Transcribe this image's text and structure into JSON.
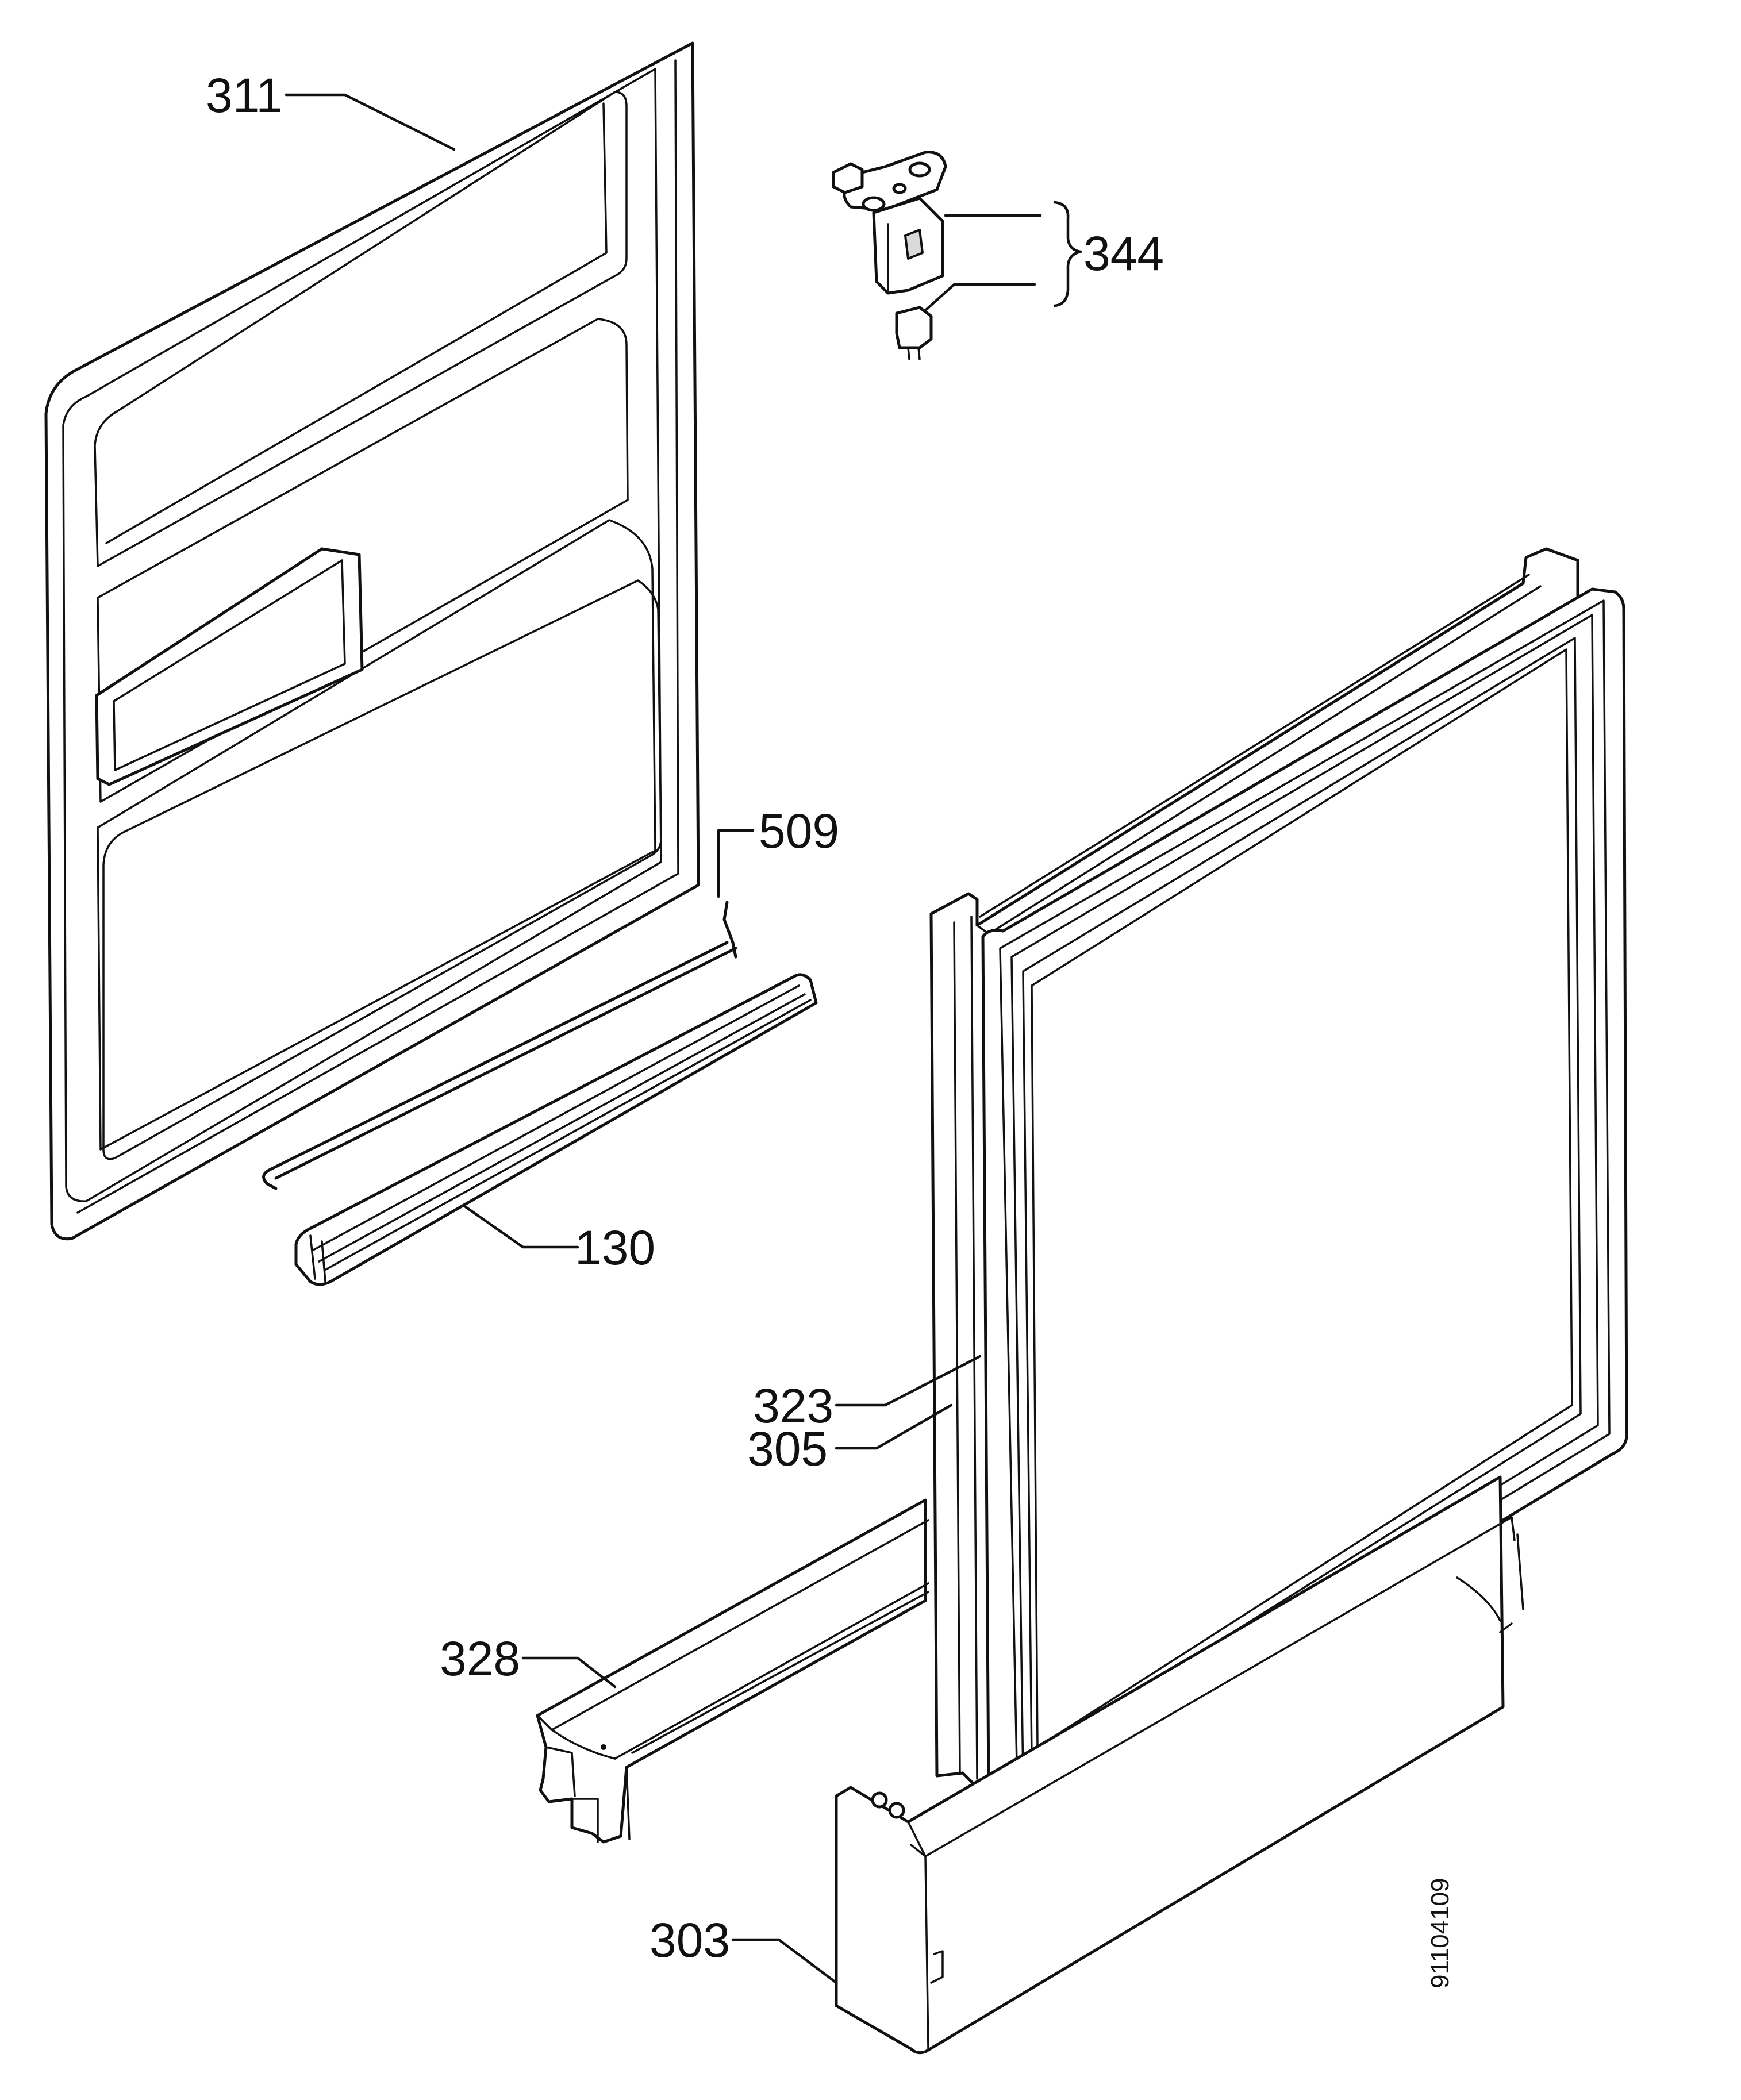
{
  "diagram": {
    "parts": [
      {
        "id": "p311",
        "label": "311"
      },
      {
        "id": "p344",
        "label": "344"
      },
      {
        "id": "p509",
        "label": "509"
      },
      {
        "id": "p130",
        "label": "130"
      },
      {
        "id": "p323",
        "label": "323"
      },
      {
        "id": "p305",
        "label": "305"
      },
      {
        "id": "p328",
        "label": "328"
      },
      {
        "id": "p303",
        "label": "303"
      }
    ],
    "drawing_number": "91104109"
  }
}
